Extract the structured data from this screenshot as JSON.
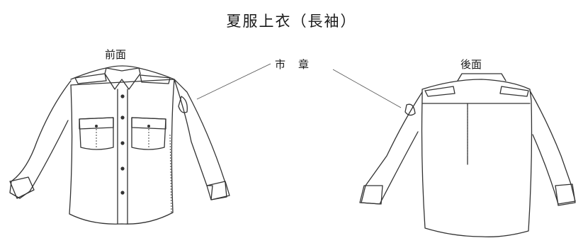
{
  "title": "夏服上衣（長袖）",
  "labels": {
    "front": "前面",
    "back": "後面",
    "badge": "市章"
  }
}
